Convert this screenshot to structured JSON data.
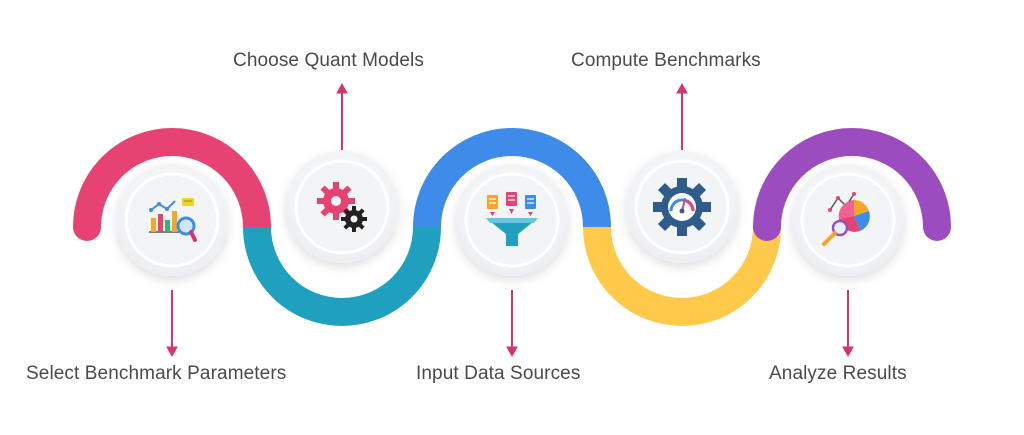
{
  "steps": [
    {
      "label": "Select Benchmark Parameters",
      "icon": "chart-magnifier-icon",
      "arc_color": "#E64272"
    },
    {
      "label": "Choose Quant Models",
      "icon": "gears-icon",
      "arc_color": "#1EA0BE"
    },
    {
      "label": "Input Data Sources",
      "icon": "data-funnel-icon",
      "arc_color": "#3E8BEA"
    },
    {
      "label": "Compute Benchmarks",
      "icon": "gauge-gear-icon",
      "arc_color": "#FFC94A"
    },
    {
      "label": "Analyze Results",
      "icon": "pie-chart-magnifier-icon",
      "arc_color": "#9B4DBF"
    }
  ],
  "colors": {
    "connector": "#D8336B",
    "text": "#4A4A4A",
    "node_fill": "#F1F2F4"
  }
}
